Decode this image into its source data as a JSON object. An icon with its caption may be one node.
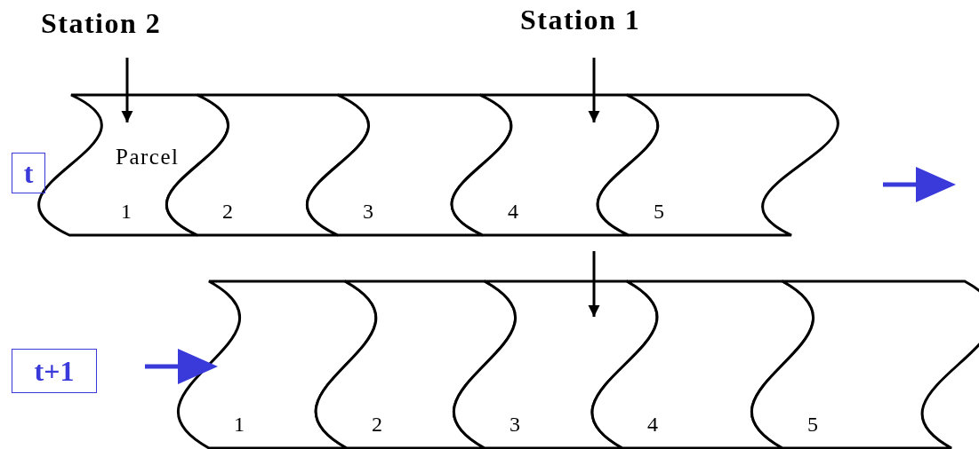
{
  "diagram": {
    "nodes": [
      {
        "text": [
          "Station 2"
        ]
      },
      {
        "text": [
          "Station 1"
        ]
      },
      {
        "text": [
          "t"
        ]
      },
      {
        "text": [
          "Parcel",
          "1"
        ]
      },
      {
        "text": [
          "2"
        ]
      },
      {
        "text": [
          "3"
        ]
      },
      {
        "text": [
          "4"
        ]
      },
      {
        "text": [
          "5"
        ]
      },
      {
        "text": [
          "t+1"
        ]
      },
      {
        "text": [
          "1"
        ]
      },
      {
        "text": [
          "2"
        ]
      },
      {
        "text": [
          "3"
        ]
      },
      {
        "text": [
          "4"
        ]
      },
      {
        "text": [
          "5"
        ]
      }
    ],
    "edges": [
      {
        "from": 0,
        "to": 3,
        "arrow": "to"
      },
      {
        "from": 1,
        "to": 6,
        "arrow": "to"
      },
      {
        "from": null,
        "to": 11,
        "arrow": "to"
      }
    ]
  }
}
